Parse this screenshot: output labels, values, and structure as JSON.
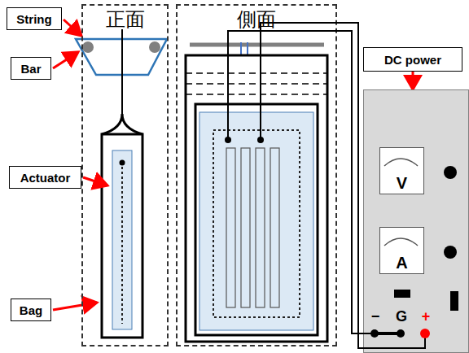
{
  "diagram": {
    "nodes": [
      {
        "text": [
          "正面"
        ]
      },
      {
        "text": [
          "側面"
        ]
      },
      {
        "text": [
          "String"
        ]
      },
      {
        "text": [
          "Bar"
        ]
      },
      {
        "text": [
          "Actuator"
        ]
      },
      {
        "text": [
          "Bag"
        ]
      },
      {
        "text": [
          "DC power"
        ]
      },
      {
        "text": [
          "−",
          "G",
          "+"
        ]
      },
      {
        "text": [
          "V"
        ],
        "in": 7
      },
      {
        "text": [
          "A"
        ],
        "in": 7
      }
    ],
    "edges": [
      {
        "from": 6,
        "to": 7,
        "arrow": "to"
      }
    ]
  }
}
